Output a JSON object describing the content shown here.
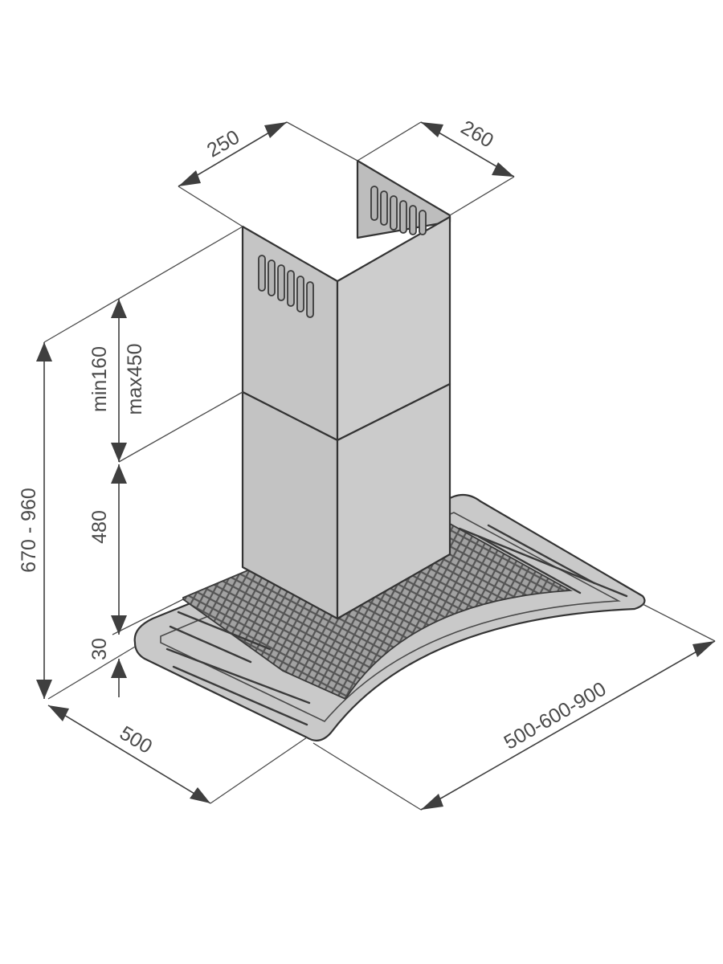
{
  "dimensions": {
    "duct_width": "250",
    "duct_depth": "260",
    "telescopic_min": "min160",
    "telescopic_max": "max450",
    "lower_duct_height": "480",
    "canopy_thickness": "30",
    "total_height": "670 - 960",
    "hood_depth": "500",
    "hood_width": "500-600-900"
  },
  "colors": {
    "duct_front": "#c5c5c5",
    "duct_side": "#cdcdcd",
    "duct_inner": "#bdbdbd",
    "canopy": "#c9c9c9",
    "filter": "#8e8e8e",
    "lines": "#3f3f3f"
  }
}
